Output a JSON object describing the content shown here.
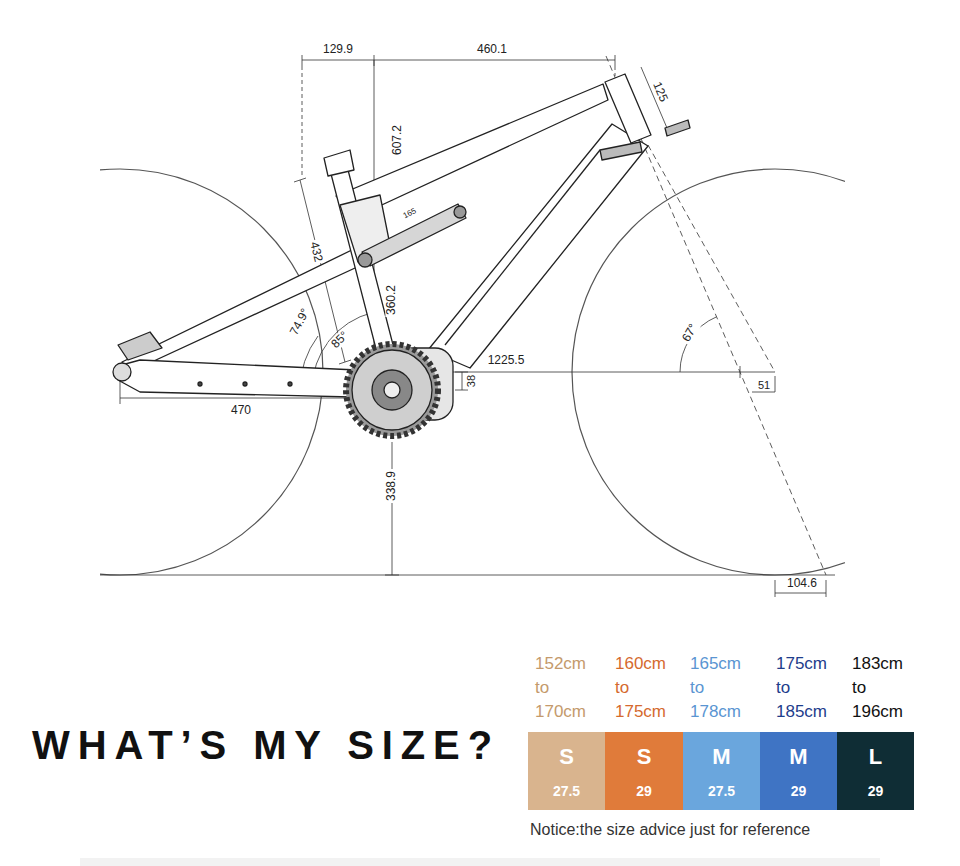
{
  "diagram": {
    "title": "WHAT’S MY SIZE?",
    "caption": "Notice:the size advice just for reference",
    "nodes": [
      {
        "text": [
          "152cm to 170cm",
          "S",
          "27.5"
        ]
      },
      {
        "text": [
          "160cm to 175cm",
          "S",
          "29"
        ]
      },
      {
        "text": [
          "165cm to 178cm",
          "M",
          "27.5"
        ]
      },
      {
        "text": [
          "175cm to 185cm",
          "M",
          "29"
        ]
      },
      {
        "text": [
          "183cm to 196cm",
          "L",
          "29"
        ]
      }
    ],
    "labels": [
      "129.9",
      "460.1",
      "125",
      "607.2",
      "432",
      "165",
      "74.9°",
      "360.2",
      "85°",
      "1225.5",
      "67°",
      "38",
      "51",
      "470",
      "338.9",
      "104.6"
    ]
  }
}
